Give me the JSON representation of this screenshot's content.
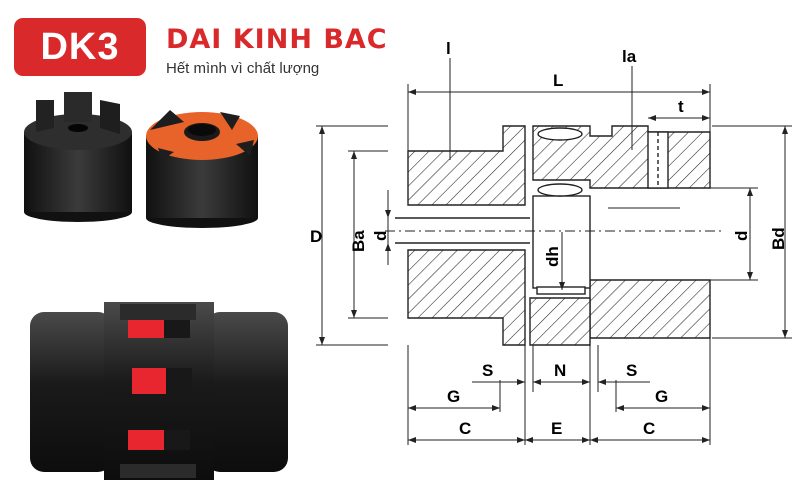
{
  "brand": {
    "logo_text": "DK3",
    "name": "DAI KINH BAC",
    "slogan": "Hết mình vì chất lượng"
  },
  "colors": {
    "brand_red": "#d9292b",
    "spider_orange": "#e8632a",
    "spider_red": "#e8262f",
    "hub_black": "#1c1c1c"
  },
  "diagram_labels": {
    "L": "L",
    "l": "l",
    "la": "la",
    "t": "t",
    "D": "D",
    "Ba": "Ba",
    "d_left": "d",
    "d_right": "d",
    "dh": "dh",
    "Bd": "Bd",
    "S_left": "S",
    "N": "N",
    "S_right": "S",
    "G_left": "G",
    "G_right": "G",
    "C_left": "C",
    "E": "E",
    "C_right": "C"
  }
}
